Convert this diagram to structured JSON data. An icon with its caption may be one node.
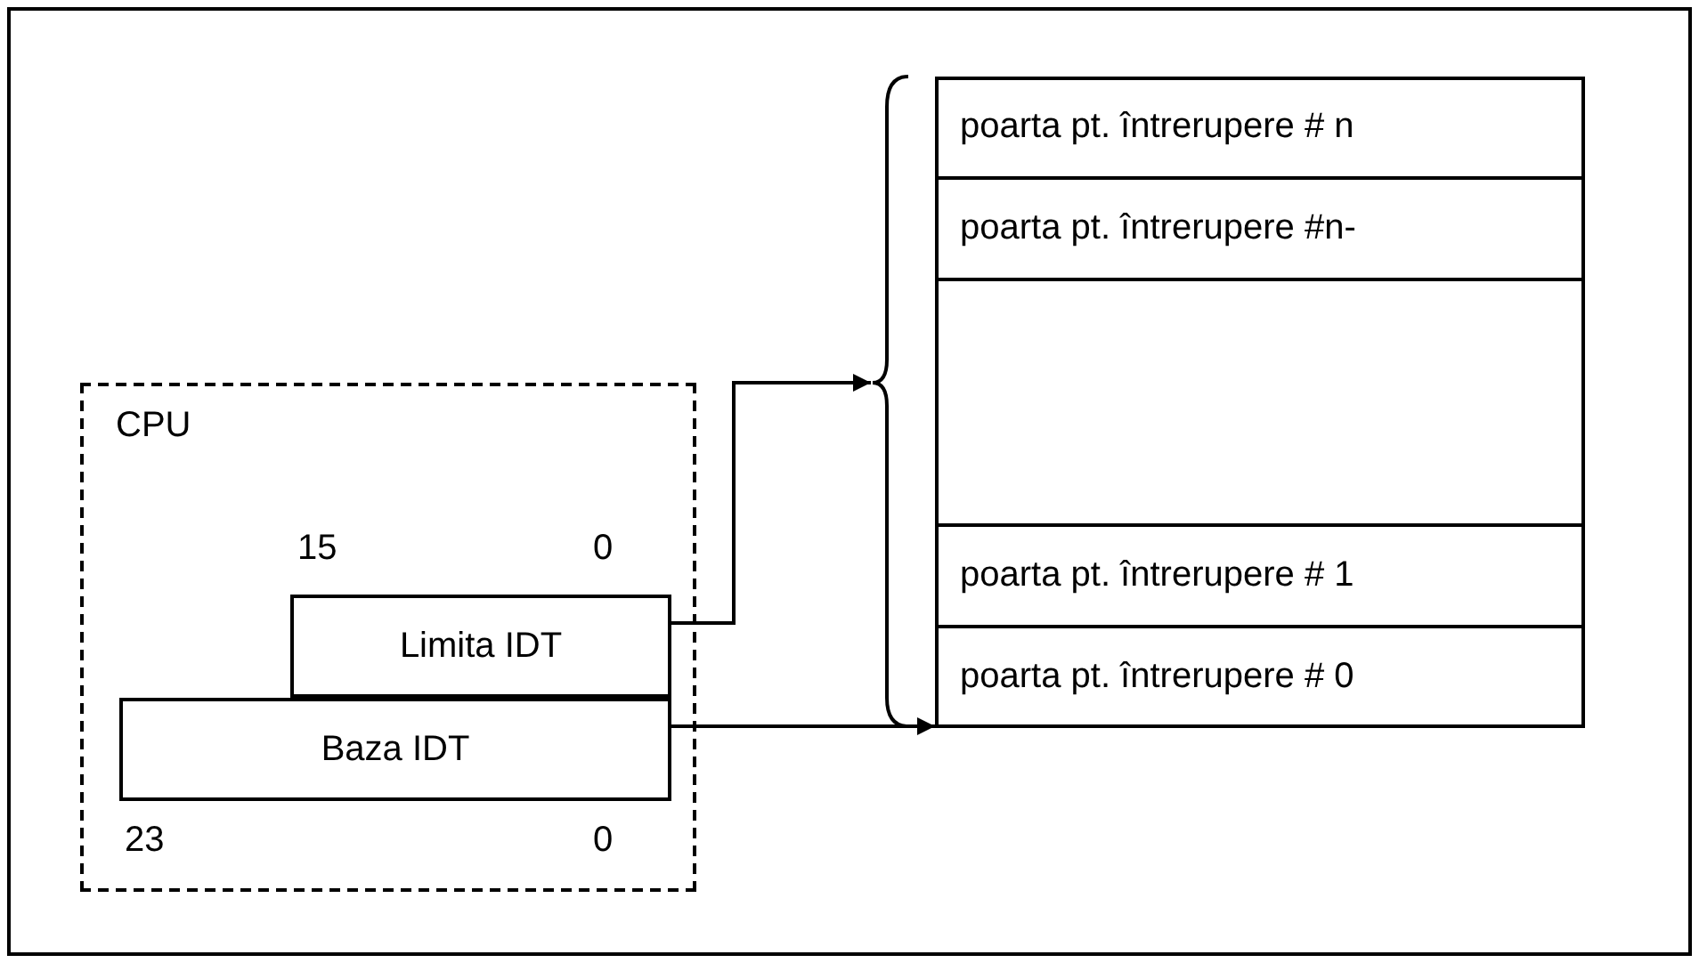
{
  "diagram": {
    "nodes": [
      {
        "text": [
          "CPU"
        ]
      },
      {
        "text": [
          "Limita IDT"
        ],
        "in": 0,
        "beside": [
          "15",
          "0"
        ]
      },
      {
        "text": [
          "Baza IDT"
        ],
        "in": 0,
        "beside": [
          "23",
          "0"
        ]
      },
      {
        "text": [],
        "shape": "brace"
      },
      {
        "text": [],
        "shape": "box"
      },
      {
        "text": [
          "poarta pt. întrerupere # n"
        ],
        "in": 4
      },
      {
        "text": [
          "poarta pt. întrerupere #n-"
        ],
        "in": 4
      },
      {
        "text": [],
        "shape": "box",
        "in": 4
      },
      {
        "text": [
          "poarta pt. întrerupere # 1"
        ],
        "in": 4
      },
      {
        "text": [
          "poarta pt. întrerupere # 0"
        ],
        "in": 4
      }
    ],
    "edges": [
      {
        "from": 1,
        "to": 3,
        "arrow": "to"
      },
      {
        "from": 2,
        "to": 9,
        "arrow": "to"
      }
    ]
  }
}
